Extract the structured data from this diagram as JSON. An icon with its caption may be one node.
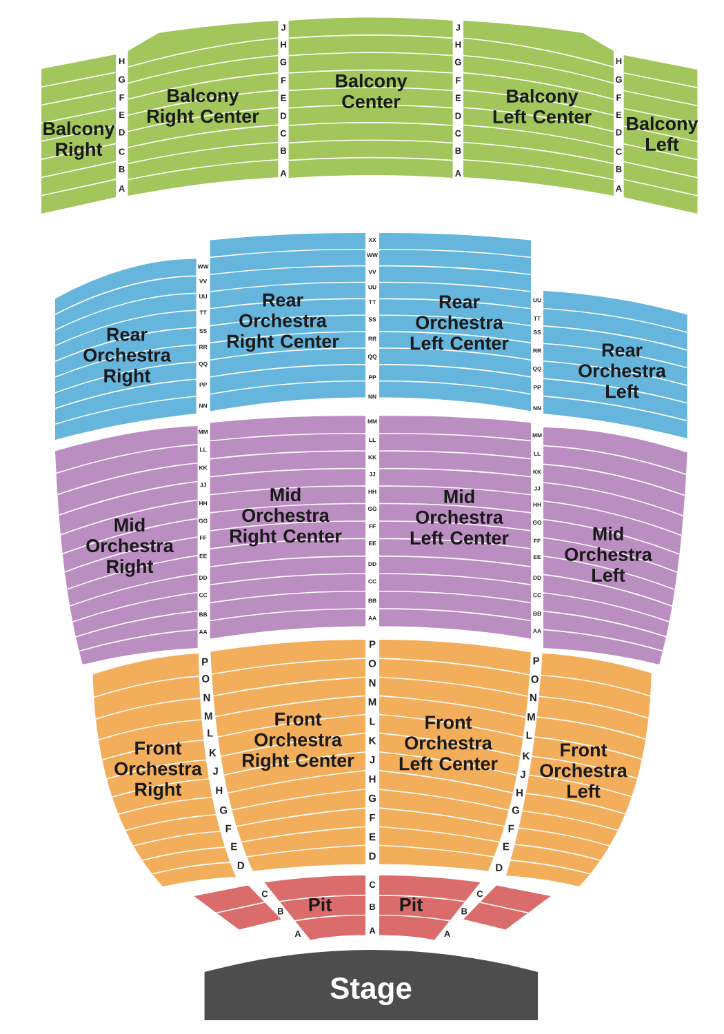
{
  "diagram": {
    "nodes": [
      {
        "text": [
          "Balcony Right"
        ]
      },
      {
        "text": [
          "Balcony Right Center"
        ]
      },
      {
        "text": [
          "Balcony Center"
        ]
      },
      {
        "text": [
          "Balcony Left Center"
        ]
      },
      {
        "text": [
          "Balcony Left"
        ]
      },
      {
        "text": [
          "Rear Orchestra Right"
        ]
      },
      {
        "text": [
          "Rear Orchestra Right Center"
        ]
      },
      {
        "text": [
          "Rear Orchestra Left Center"
        ]
      },
      {
        "text": [
          "Rear Orchestra Left"
        ]
      },
      {
        "text": [
          "Mid Orchestra Right"
        ]
      },
      {
        "text": [
          "Mid Orchestra Right Center"
        ]
      },
      {
        "text": [
          "Mid Orchestra Left Center"
        ]
      },
      {
        "text": [
          "Mid Orchestra Left"
        ]
      },
      {
        "text": [
          "Front Orchestra Right"
        ]
      },
      {
        "text": [
          "Front Orchestra Right Center"
        ]
      },
      {
        "text": [
          "Front Orchestra Left Center"
        ]
      },
      {
        "text": [
          "Front Orchestra Left"
        ]
      },
      {
        "text": [],
        "shape": "box"
      },
      {
        "text": [
          "Pit"
        ]
      },
      {
        "text": [
          "Pit"
        ]
      },
      {
        "text": [],
        "shape": "box"
      },
      {
        "text": [
          "Stage"
        ]
      }
    ],
    "labels": [
      "H",
      "G",
      "F",
      "E",
      "D",
      "C",
      "B",
      "A",
      "J",
      "H",
      "G",
      "F",
      "E",
      "D",
      "C",
      "B",
      "A",
      "J",
      "H",
      "G",
      "F",
      "E",
      "D",
      "C",
      "B",
      "A",
      "H",
      "G",
      "F",
      "E",
      "D",
      "C",
      "B",
      "A",
      "WW",
      "VV",
      "UU",
      "TT",
      "SS",
      "RR",
      "QQ",
      "PP",
      "NN",
      "XX",
      "WW",
      "VV",
      "UU",
      "TT",
      "SS",
      "RR",
      "QQ",
      "PP",
      "NN",
      "UU",
      "TT",
      "SS",
      "RR",
      "QQ",
      "PP",
      "NN",
      "MM",
      "LL",
      "KK",
      "JJ",
      "HH",
      "GG",
      "FF",
      "EE",
      "DD",
      "CC",
      "BB",
      "AA",
      "MM",
      "LL",
      "KK",
      "JJ",
      "HH",
      "GG",
      "FF",
      "EE",
      "DD",
      "CC",
      "BB",
      "AA",
      "MM",
      "LL",
      "KK",
      "JJ",
      "HH",
      "GG",
      "FF",
      "EE",
      "DD",
      "CC",
      "BB",
      "AA",
      "P",
      "O",
      "N",
      "M",
      "L",
      "K",
      "J",
      "H",
      "G",
      "F",
      "E",
      "D",
      "P",
      "O",
      "N",
      "M",
      "L",
      "K",
      "J",
      "H",
      "G",
      "F",
      "E",
      "D",
      "P",
      "O",
      "N",
      "M",
      "L",
      "K",
      "J",
      "H",
      "G",
      "F",
      "E",
      "D",
      "C",
      "B",
      "A",
      "C",
      "B",
      "A",
      "C",
      "B",
      "A"
    ]
  }
}
